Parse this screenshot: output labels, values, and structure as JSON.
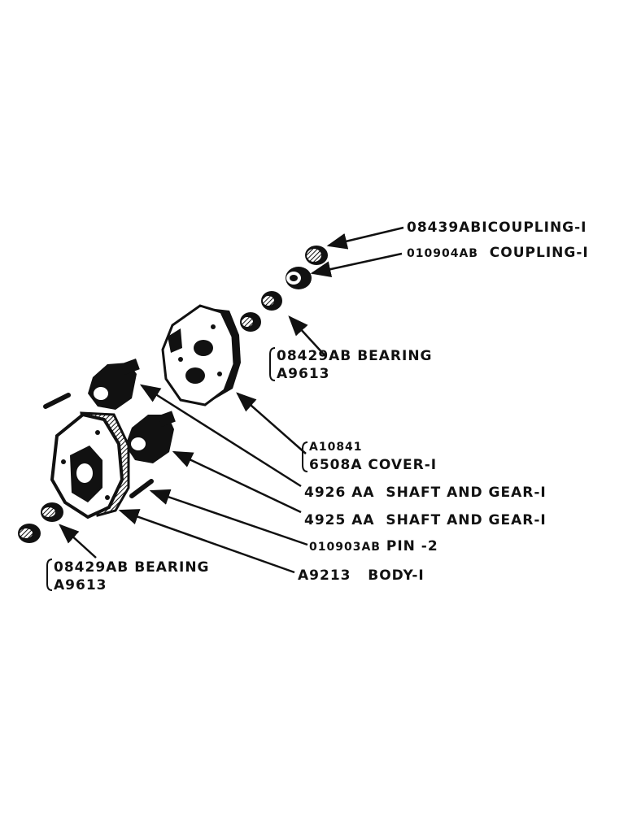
{
  "labels": {
    "coupling_a": {
      "part": "08439ABI",
      "desc": "COUPLING-I"
    },
    "coupling_b": {
      "part": "010904AB",
      "desc": "COUPLING-I"
    },
    "bearing_top": {
      "part": "08429AB",
      "desc": "BEARING",
      "alt": "A9613"
    },
    "cover": {
      "part_alt": "A10841",
      "part": "6508A",
      "desc": "COVER-I"
    },
    "shaft_gear_a": {
      "part": "4926 AA",
      "desc": "SHAFT AND GEAR-I"
    },
    "shaft_gear_b": {
      "part": "4925 AA",
      "desc": "SHAFT AND GEAR-I"
    },
    "pin": {
      "part": "010903AB",
      "desc": "PIN -2"
    },
    "body": {
      "part": "A9213",
      "desc": "BODY-I"
    },
    "bearing_bottom": {
      "part": "08429AB",
      "desc": "BEARING",
      "alt": "A9613"
    }
  },
  "colors": {
    "ink": "#111111",
    "paper": "#ffffff"
  }
}
